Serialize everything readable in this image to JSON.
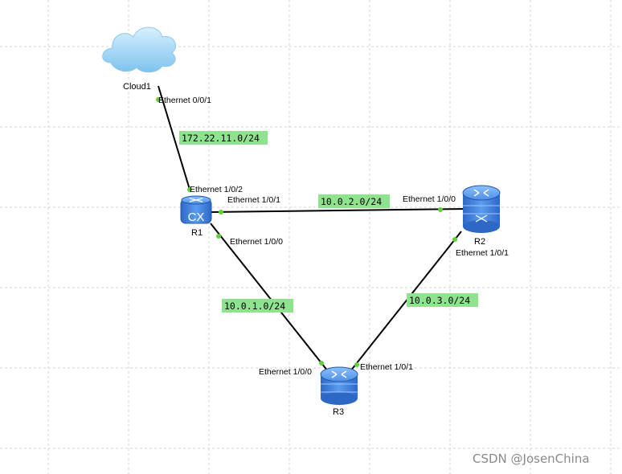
{
  "devices": {
    "cloud1": {
      "label": "Cloud1"
    },
    "r1": {
      "label": "R1",
      "icon_text": "CX"
    },
    "r2": {
      "label": "R2"
    },
    "r3": {
      "label": "R3"
    }
  },
  "ports": {
    "cloud1_e001": "Ethernet 0/0/1",
    "r1_e102": "Ethernet 1/0/2",
    "r1_e101": "Ethernet 1/0/1",
    "r1_e100": "Ethernet 1/0/0",
    "r2_e100": "Ethernet 1/0/0",
    "r2_e101": "Ethernet 1/0/1",
    "r3_e100": "Ethernet 1/0/0",
    "r3_e101": "Ethernet 1/0/1"
  },
  "subnets": {
    "cloud_r1": "172.22.11.0/24",
    "r1_r2": "10.0.2.0/24",
    "r1_r3": "10.0.1.0/24",
    "r2_r3": "10.0.3.0/24"
  },
  "watermark": "CSDN @JosenChina",
  "colors": {
    "link": "#000000",
    "port_dot": "#5ed13b",
    "subnet_bg": "#8fe38f",
    "device_blue": "#3d7ede",
    "cloud": "#9fd3f2",
    "grid": "#d6d6d6"
  }
}
